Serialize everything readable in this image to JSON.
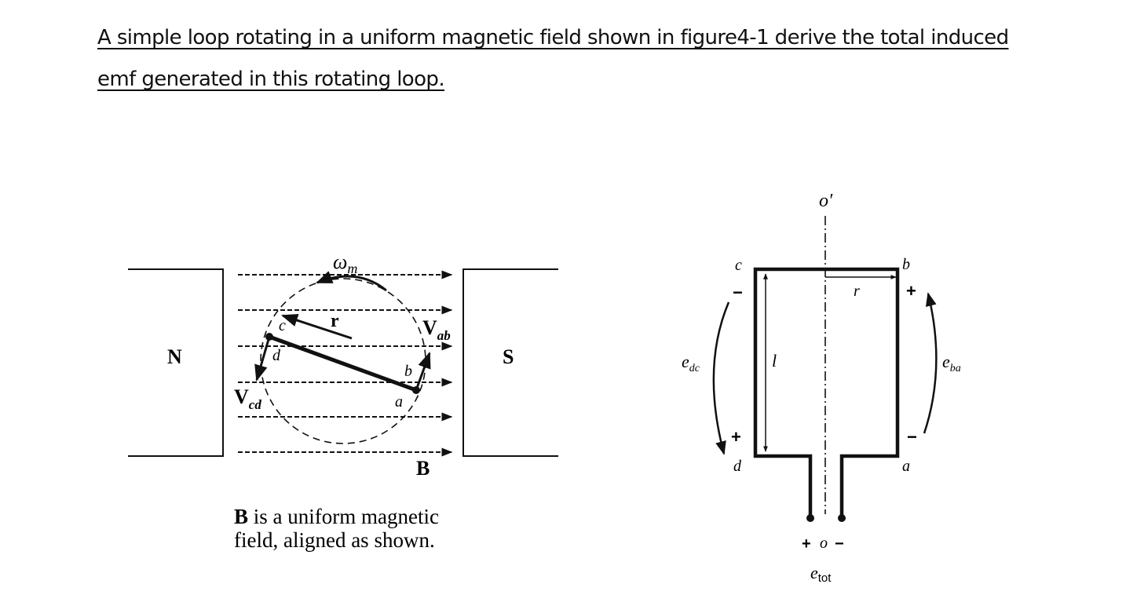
{
  "question": {
    "line1": "A simple loop rotating in a uniform magnetic field shown in figure4-1 derive the total induced",
    "line2": "emf generated in this rotating loop."
  },
  "left_figure": {
    "north_label": "N",
    "south_label": "S",
    "omega_symbol": "ω",
    "omega_subscript": "m",
    "radius_label": "r",
    "v_ab_main": "V",
    "v_ab_sub": "ab",
    "v_cd_main": "V",
    "v_cd_sub": "cd",
    "corner_a": "a",
    "corner_b": "b",
    "corner_c": "c",
    "corner_d": "d",
    "field_label": "B",
    "caption_line1_bold": "B",
    "caption_line1_rest": " is a uniform magnetic",
    "caption_line2": "field, aligned as shown."
  },
  "right_figure": {
    "axis_top_label": "o′",
    "corner_a": "a",
    "corner_b": "b",
    "corner_c": "c",
    "corner_d": "d",
    "radius_label": "r",
    "length_label": "l",
    "e_dc_main": "e",
    "e_dc_sub": "dc",
    "e_ba_main": "e",
    "e_ba_sub": "ba",
    "plus_b": "+",
    "minus_a": "−",
    "minus_c": "−",
    "plus_d": "+",
    "terminal_plus": "+",
    "terminal_o": "o",
    "terminal_minus": "−",
    "e_tot_main": "e",
    "e_tot_sub": "tot"
  }
}
